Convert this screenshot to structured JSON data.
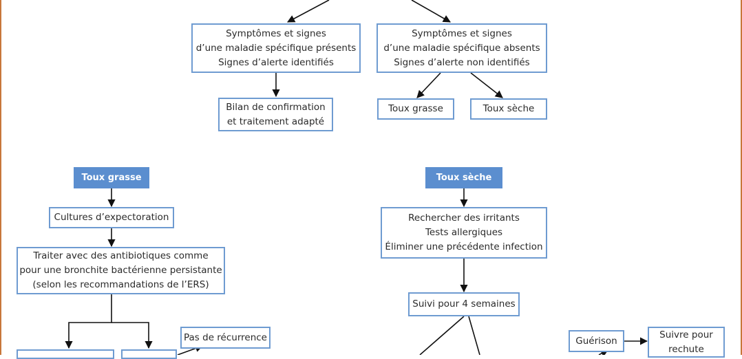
{
  "diagram": {
    "top_present": {
      "lines": [
        "Symptômes et signes",
        "d’une maladie spécifique présents",
        "Signes d’alerte identifiés"
      ]
    },
    "top_absent": {
      "lines": [
        "Symptômes et signes",
        "d’une maladie spécifique absents",
        "Signes d’alerte non identifiés"
      ]
    },
    "confirm_box": {
      "lines": [
        "Bilan de confirmation",
        "et traitement adapté"
      ]
    },
    "branch_grasse": "Toux grasse",
    "branch_seche": "Toux sèche",
    "grasse_header": "Toux grasse",
    "seche_header": "Toux sèche",
    "cultures": "Cultures d’expectoration",
    "antibiotics": {
      "lines": [
        "Traiter avec des antibiotiques comme",
        "pour une bronchite bactérienne persistante",
        "(selon les recommandations de l’ERS)"
      ]
    },
    "irritants": {
      "lines": [
        "Rechercher des irritants",
        "Tests allergiques",
        "Éliminer une précédente infection"
      ]
    },
    "suivi": "Suivi pour 4 semaines",
    "pas_recurrence": "Pas de récurrence",
    "guerison": "Guérison",
    "suivre_rechute": {
      "lines": [
        "Suivre pour",
        "rechute"
      ]
    }
  }
}
